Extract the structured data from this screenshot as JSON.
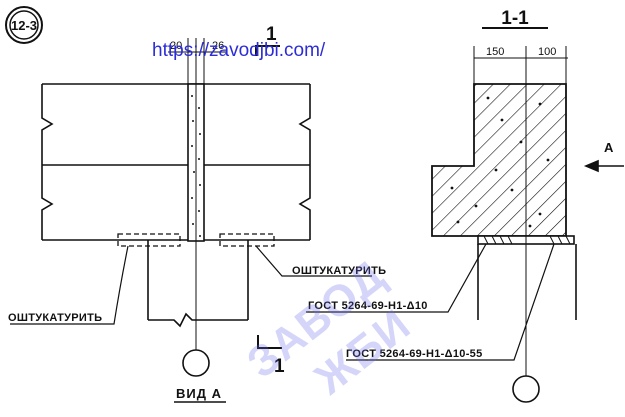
{
  "badge": "12-3",
  "watermark_url": "https://zavodjbi.com/",
  "watermark_overlay": [
    "ЗАВОД",
    "ЖБИ"
  ],
  "section_title": "1-1",
  "cut_marker_top": "1",
  "cut_marker_bottom": "1",
  "view_marker": "А",
  "view_label": "ВИД А",
  "dimensions": {
    "left_a": "20",
    "left_b": "26",
    "section_a": "150",
    "section_b": "100"
  },
  "notes": {
    "plaster_right": "ОШТУКАТУРИТЬ",
    "plaster_left": "ОШТУКАТУРИТЬ",
    "gost_1": "ГОСТ 5264-69-Н1-Δ10",
    "gost_2": "ГОСТ 5264-69-Н1-Δ10-55"
  },
  "colors": {
    "ink": "#111111",
    "url": "#2d2dd8",
    "watermark": "#6b6bf0"
  }
}
